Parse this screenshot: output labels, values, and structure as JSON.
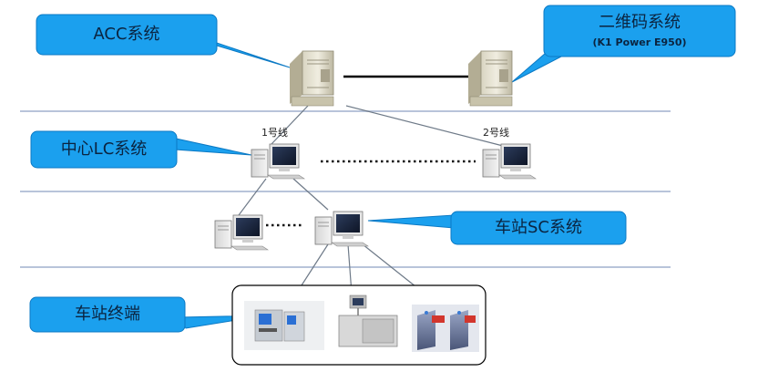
{
  "callouts": {
    "acc": {
      "label": "ACC系统"
    },
    "qr": {
      "label": "二维码系统",
      "sublabel": "(K1 Power E950)"
    },
    "lc": {
      "label": "中心LC系统"
    },
    "sc": {
      "label": "车站SC系统"
    },
    "terminal": {
      "label": "车站终端"
    }
  },
  "line_labels": {
    "line1": "1号线",
    "line2": "2号线"
  },
  "colors": {
    "callout_fill": "#1ba0ee",
    "callout_stroke": "#0b79c4",
    "divider": "#b8c4da",
    "connector": "#6e7a88",
    "link": "#000000"
  }
}
